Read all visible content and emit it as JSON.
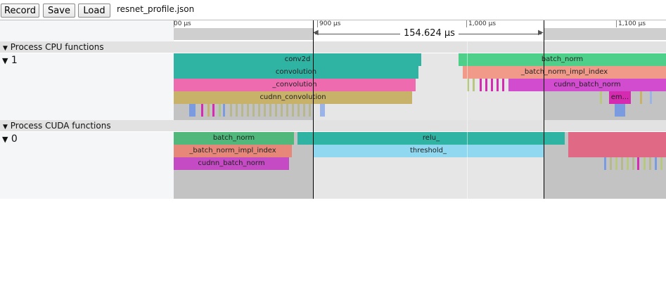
{
  "toolbar": {
    "record_label": "Record",
    "save_label": "Save",
    "load_label": "Load",
    "file_name": "resnet_profile.json"
  },
  "ruler": {
    "labels": [
      "00 µs",
      "900 µs",
      "1,000 µs",
      "1,100 µs"
    ]
  },
  "measurement": {
    "duration": "154.624 µs"
  },
  "processes": [
    {
      "title": "Process CPU functions",
      "thread_label": "1",
      "slices": [
        {
          "label": "conv2d",
          "color": "#2fb3a3"
        },
        {
          "label": "batch_norm",
          "color": "#4fd08a"
        },
        {
          "label": "convolution",
          "color": "#2fb3a3"
        },
        {
          "label": "_batch_norm_impl_index",
          "color": "#f29a8a"
        },
        {
          "label": "_convolution",
          "color": "#ef6bb0"
        },
        {
          "label": "cudnn_batch_norm",
          "color": "#d14ccf"
        },
        {
          "label": "cudnn_convolution",
          "color": "#c8b26a"
        },
        {
          "label": "em...",
          "color": "#d42bb0"
        }
      ]
    },
    {
      "title": "Process CUDA functions",
      "thread_label": "0",
      "slices": [
        {
          "label": "batch_norm",
          "color": "#4fb87a"
        },
        {
          "label": "relu_",
          "color": "#2fb3a3"
        },
        {
          "label": "_batch_norm_impl_index",
          "color": "#e6877a"
        },
        {
          "label": "threshold_",
          "color": "#8fd8f0"
        },
        {
          "label": "cudnn_batch_norm",
          "color": "#c44bc4"
        }
      ]
    }
  ]
}
